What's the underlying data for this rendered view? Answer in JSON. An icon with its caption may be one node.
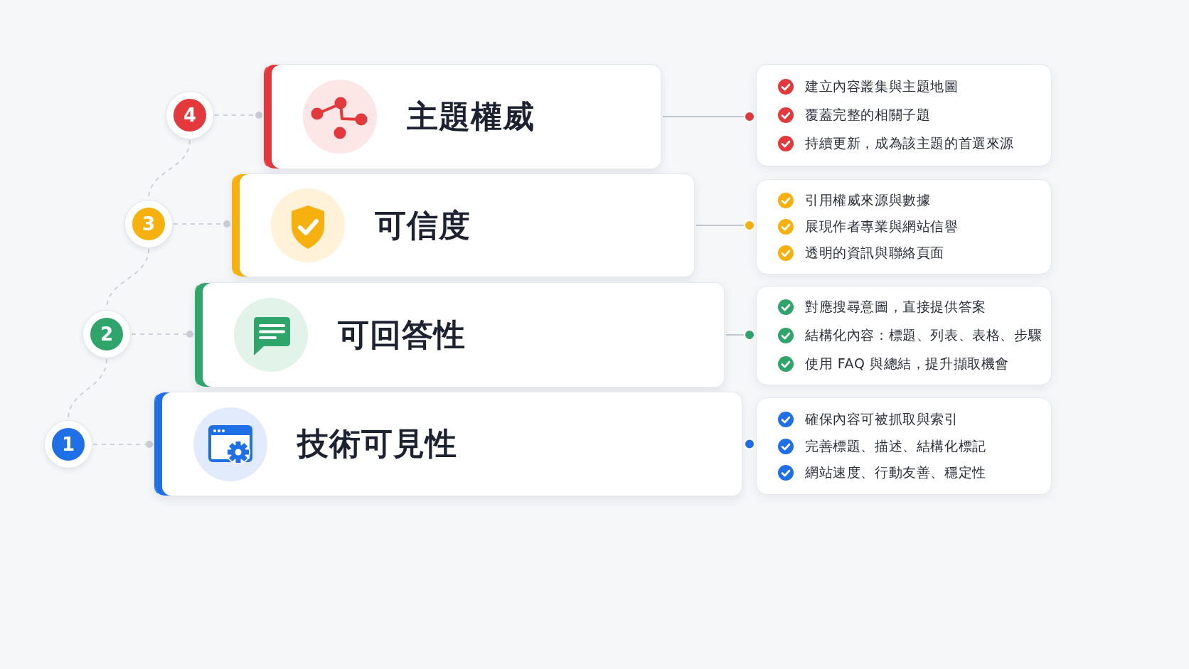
{
  "diagram": {
    "nodes": [
      {
        "text": [
          "4"
        ]
      },
      {
        "text": [
          "主題權威"
        ]
      },
      {
        "text": [
          "建立內容叢集與主題地圖",
          "覆蓋完整的相關子題",
          "持續更新，成為該主題的首選來源"
        ]
      },
      {
        "text": [
          "3"
        ]
      },
      {
        "text": [
          "可信度"
        ]
      },
      {
        "text": [
          "引用權威來源與數據",
          "展現作者專業與網站信譽",
          "透明的資訊與聯絡頁面"
        ]
      },
      {
        "text": [
          "2"
        ]
      },
      {
        "text": [
          "可回答性"
        ]
      },
      {
        "text": [
          "對應搜尋意圖，直接提供答案",
          "結構化內容：標題、列表、表格、步驟",
          "使用 FAQ 與總結，提升擷取機會"
        ]
      },
      {
        "text": [
          "1"
        ]
      },
      {
        "text": [
          "技術可見性"
        ]
      },
      {
        "text": [
          "確保內容可被抓取與索引",
          "完善標題、描述、結構化標記",
          "網站速度、行動友善、穩定性"
        ]
      }
    ],
    "edges": [
      {
        "from": 0,
        "to": 1,
        "arrow": "other",
        "style": "dashed"
      },
      {
        "from": 1,
        "to": 2,
        "arrow": "other"
      },
      {
        "from": 3,
        "to": 4,
        "arrow": "other",
        "style": "dashed"
      },
      {
        "from": 4,
        "to": 5,
        "arrow": "other"
      },
      {
        "from": 6,
        "to": 7,
        "arrow": "other",
        "style": "dashed"
      },
      {
        "from": 7,
        "to": 8,
        "arrow": "other"
      },
      {
        "from": 9,
        "to": 10,
        "arrow": "other",
        "style": "dashed"
      },
      {
        "from": 10,
        "to": 11,
        "arrow": "other"
      },
      {
        "from": 0,
        "to": 3,
        "arrow": "none",
        "style": "dashed"
      },
      {
        "from": 3,
        "to": 6,
        "arrow": "none",
        "style": "dashed"
      },
      {
        "from": 6,
        "to": 9,
        "arrow": "none",
        "style": "dashed"
      }
    ]
  }
}
